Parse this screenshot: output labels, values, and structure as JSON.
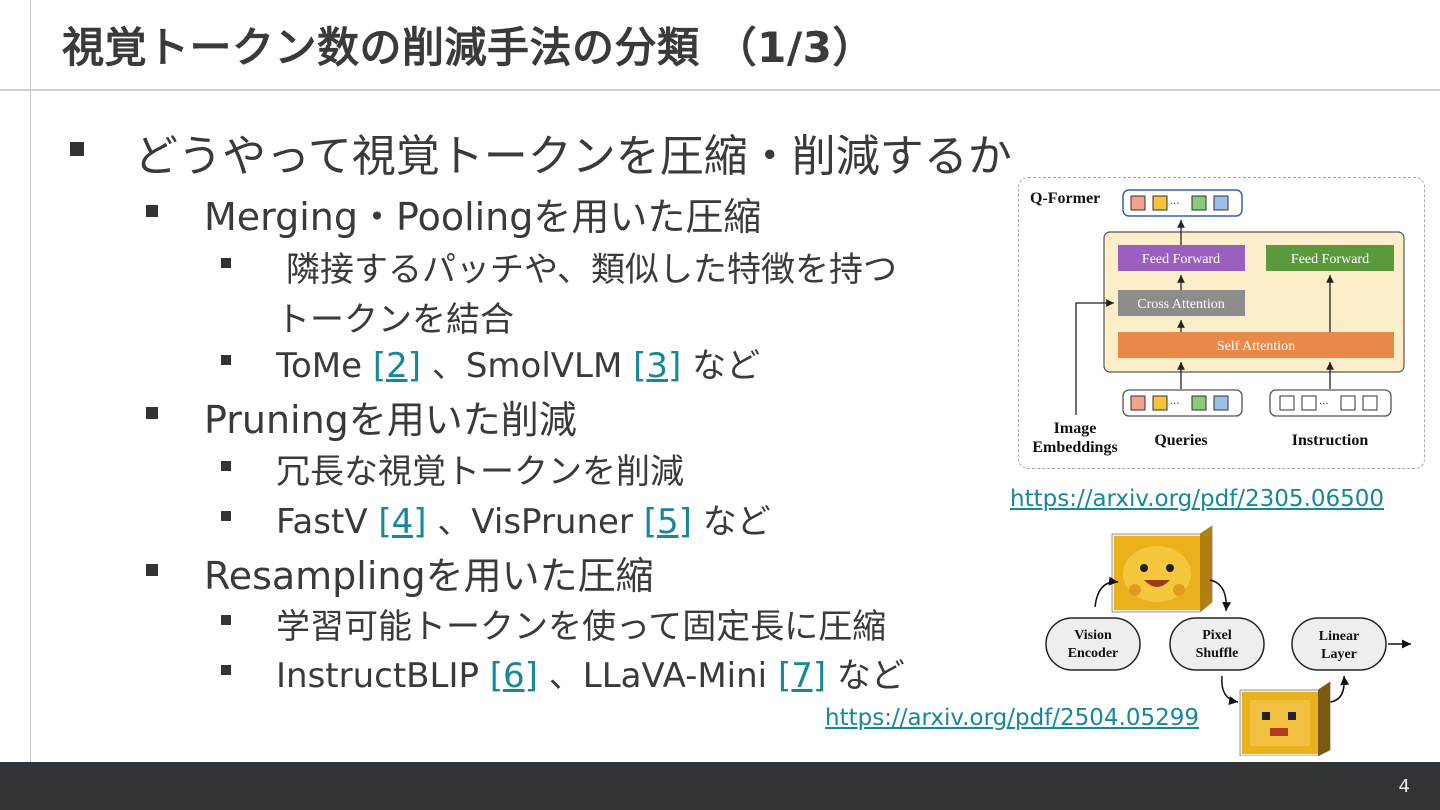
{
  "slide": {
    "title": "視覚トークン数の削減手法の分類 （1/3）",
    "page_number": "4"
  },
  "content": {
    "l1": "どうやって視覚トークンを圧縮・削減するか",
    "merging": {
      "label": "Merging・Poolingを用いた圧縮",
      "desc_line1": "隣接するパッチや、類似した特徴を持つ",
      "desc_line2": "トークンを結合",
      "ex_a": "ToMe ",
      "ref_a": "[2]",
      "ex_mid": " 、SmolVLM ",
      "ref_b": "[3]",
      "ex_end": " など"
    },
    "pruning": {
      "label": "Pruningを用いた削減",
      "desc": "冗長な視覚トークンを削減",
      "ex_a": "FastV ",
      "ref_a": "[4]",
      "ex_mid": " 、VisPruner ",
      "ref_b": "[5]",
      "ex_end": " など"
    },
    "resampling": {
      "label": "Resamplingを用いた圧縮",
      "desc": "学習可能トークンを使って固定長に圧縮",
      "ex_a": "InstructBLIP ",
      "ref_a": "[6]",
      "ex_mid": " 、LLaVA-Mini ",
      "ref_b": "[7]",
      "ex_end": " など"
    }
  },
  "figure_qformer": {
    "title": "Q-Former",
    "feed_forward_left": "Feed Forward",
    "feed_forward_right": "Feed Forward",
    "cross_attention": "Cross Attention",
    "self_attention": "Self Attention",
    "image_embeddings_line1": "Image",
    "image_embeddings_line2": "Embeddings",
    "queries": "Queries",
    "instruction": "Instruction",
    "ellipsis": "···",
    "colors": {
      "feed_forward_left": "#9b5fc0",
      "feed_forward_right": "#5a9a3c",
      "cross_attention": "#8c8c8c",
      "self_attention": "#e8894a",
      "panel": "#fbeec9"
    },
    "url": "https://arxiv.org/pdf/2305.06500"
  },
  "figure_smolvlm": {
    "vision_encoder_line1": "Vision",
    "vision_encoder_line2": "Encoder",
    "pixel_shuffle_line1": "Pixel",
    "pixel_shuffle_line2": "Shuffle",
    "linear_layer_line1": "Linear",
    "linear_layer_line2": "Layer",
    "url": "https://arxiv.org/pdf/2504.05299"
  }
}
